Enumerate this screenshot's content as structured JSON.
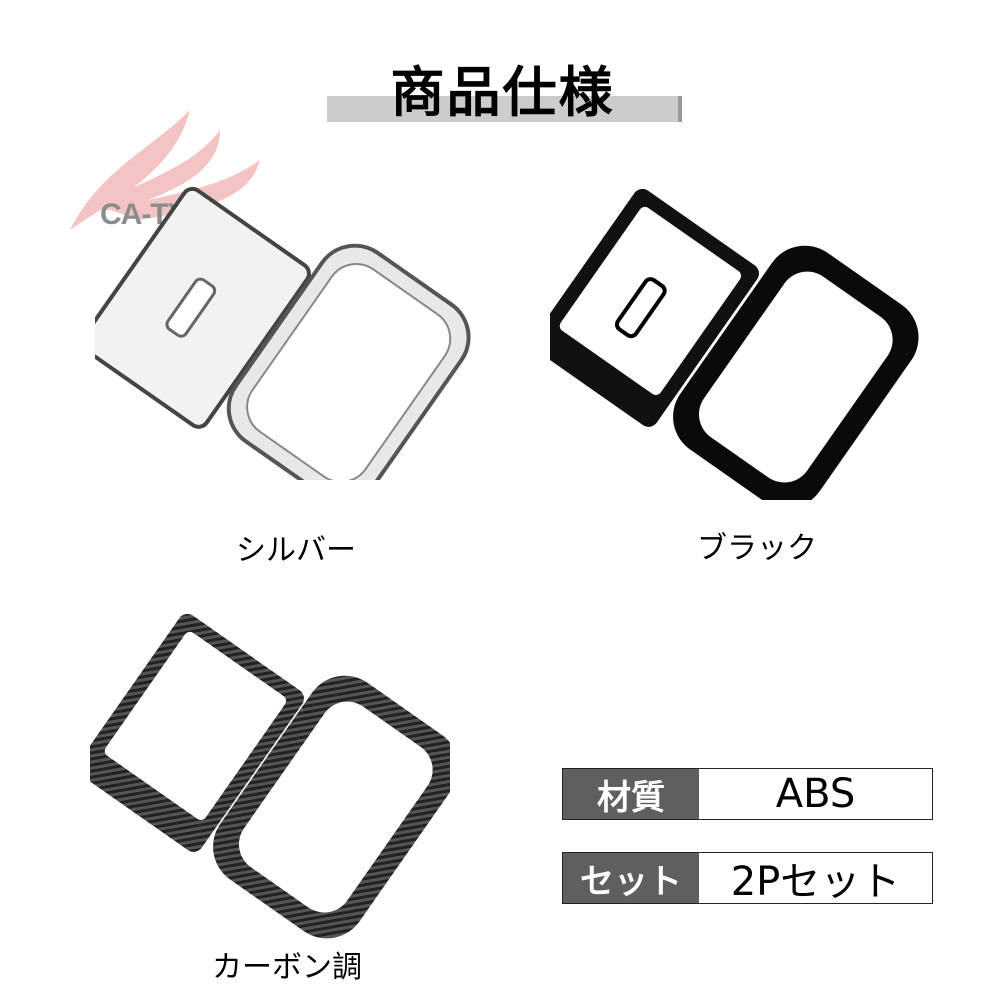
{
  "title": "商品仕様",
  "logo": {
    "text": "CA-TYA",
    "color": "#f2b8b8"
  },
  "variants": [
    {
      "label": "シルバー",
      "frame_color": "#c8c8c8"
    },
    {
      "label": "ブラック",
      "frame_color": "#0a0a0a"
    },
    {
      "label": "カーボン調",
      "frame_color": "#2a2a2a"
    }
  ],
  "specs": [
    {
      "key": "材質",
      "value": "ABS"
    },
    {
      "key": "セット",
      "value": "2Pセット"
    }
  ]
}
